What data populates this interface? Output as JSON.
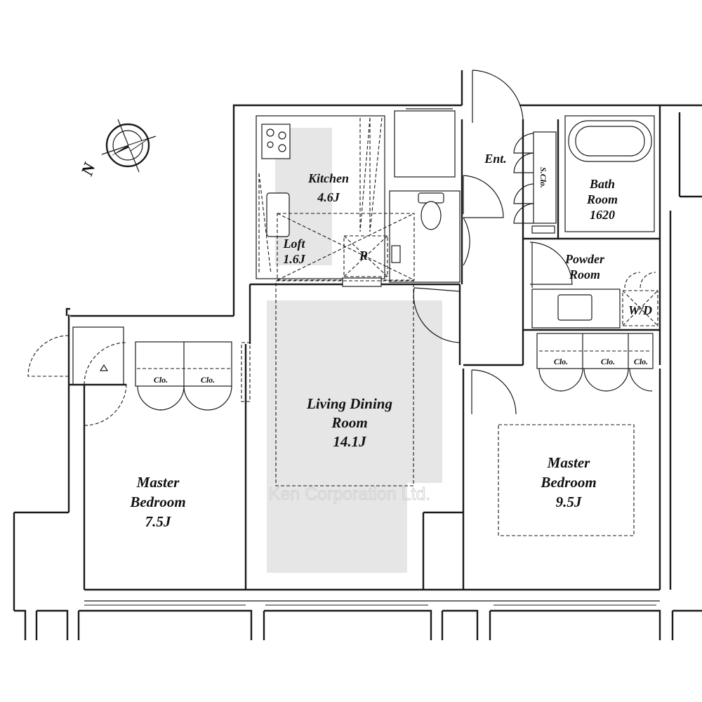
{
  "rooms": {
    "kitchen": {
      "name": "Kitchen",
      "size": "4.6J"
    },
    "loft": {
      "name": "Loft",
      "size": "1.6J"
    },
    "refrigerator": {
      "mark": "R"
    },
    "entrance": {
      "name": "Ent."
    },
    "shoe_closet": {
      "name": "S.Clo."
    },
    "bath": {
      "line1": "Bath",
      "line2": "Room",
      "size": "1620"
    },
    "powder": {
      "line1": "Powder",
      "line2": "Room"
    },
    "washer": {
      "name": "W/D"
    },
    "living": {
      "line1": "Living Dining",
      "line2": "Room",
      "size": "14.1J"
    },
    "bedroom_left": {
      "line1": "Master",
      "line2": "Bedroom",
      "size": "7.5J"
    },
    "bedroom_right": {
      "line1": "Master",
      "line2": "Bedroom",
      "size": "9.5J"
    }
  },
  "closets": {
    "left": [
      "Clo.",
      "Clo."
    ],
    "right": [
      "Clo.",
      "Clo.",
      "Clo."
    ]
  },
  "compass": {
    "north_label": "N"
  },
  "watermark": "Ken Corporation Ltd."
}
